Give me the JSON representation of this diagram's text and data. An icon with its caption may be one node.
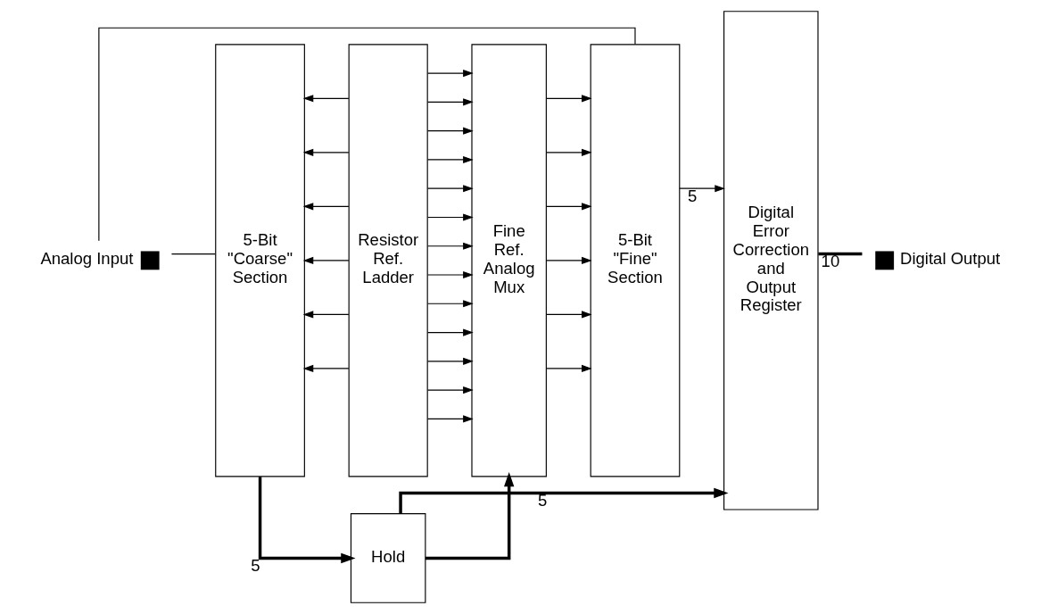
{
  "diagram": {
    "nodes": [
      {
        "text": [
          "Analog Input"
        ]
      },
      {
        "text": [
          "5-Bit \"Coarse\" Section"
        ]
      },
      {
        "text": [
          "Resistor Ref. Ladder"
        ]
      },
      {
        "text": [
          "Fine Ref. Analog Mux"
        ]
      },
      {
        "text": [
          "5-Bit \"Fine\" Section"
        ]
      },
      {
        "text": [
          "Digital Error Correction and Output Register"
        ]
      },
      {
        "text": [
          "Hold"
        ]
      },
      {
        "text": [
          "Digital Output"
        ]
      }
    ],
    "edges": [
      {
        "from": 0,
        "to": 1,
        "arrow": "none"
      },
      {
        "from": 0,
        "to": 4,
        "arrow": "none"
      },
      {
        "from": 2,
        "to": 1,
        "arrow": "to"
      },
      {
        "from": 2,
        "to": 1,
        "arrow": "to"
      },
      {
        "from": 2,
        "to": 1,
        "arrow": "to"
      },
      {
        "from": 2,
        "to": 1,
        "arrow": "to"
      },
      {
        "from": 2,
        "to": 1,
        "arrow": "to"
      },
      {
        "from": 2,
        "to": 1,
        "arrow": "to"
      },
      {
        "from": 2,
        "to": 3,
        "arrow": "to"
      },
      {
        "from": 2,
        "to": 3,
        "arrow": "to"
      },
      {
        "from": 2,
        "to": 3,
        "arrow": "to"
      },
      {
        "from": 2,
        "to": 3,
        "arrow": "to"
      },
      {
        "from": 2,
        "to": 3,
        "arrow": "to"
      },
      {
        "from": 2,
        "to": 3,
        "arrow": "to"
      },
      {
        "from": 2,
        "to": 3,
        "arrow": "to"
      },
      {
        "from": 2,
        "to": 3,
        "arrow": "to"
      },
      {
        "from": 2,
        "to": 3,
        "arrow": "to"
      },
      {
        "from": 2,
        "to": 3,
        "arrow": "to"
      },
      {
        "from": 2,
        "to": 3,
        "arrow": "to"
      },
      {
        "from": 2,
        "to": 3,
        "arrow": "to"
      },
      {
        "from": 2,
        "to": 3,
        "arrow": "to"
      },
      {
        "from": 3,
        "to": 4,
        "arrow": "to"
      },
      {
        "from": 3,
        "to": 4,
        "arrow": "to"
      },
      {
        "from": 3,
        "to": 4,
        "arrow": "to"
      },
      {
        "from": 3,
        "to": 4,
        "arrow": "to"
      },
      {
        "from": 3,
        "to": 4,
        "arrow": "to"
      },
      {
        "from": 3,
        "to": 4,
        "arrow": "to"
      },
      {
        "from": 4,
        "to": 5,
        "arrow": "to",
        "label": "5"
      },
      {
        "from": 5,
        "to": 7,
        "arrow": "none",
        "label": "10",
        "style": "thick"
      },
      {
        "from": 1,
        "to": 6,
        "arrow": "to",
        "label": "5",
        "style": "thick"
      },
      {
        "from": 6,
        "to": 3,
        "arrow": "to",
        "style": "thick"
      },
      {
        "from": 6,
        "to": 5,
        "arrow": "to",
        "label": "5",
        "style": "thick"
      }
    ]
  }
}
